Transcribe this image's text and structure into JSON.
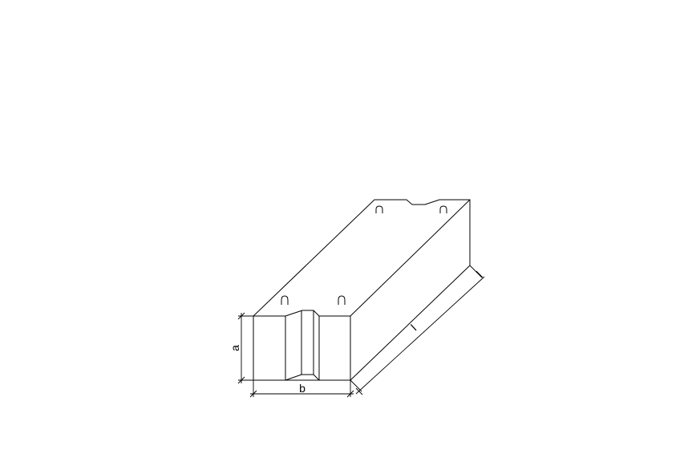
{
  "dimensions": {
    "height_label": "a",
    "width_label": "b",
    "length_label": "l"
  }
}
